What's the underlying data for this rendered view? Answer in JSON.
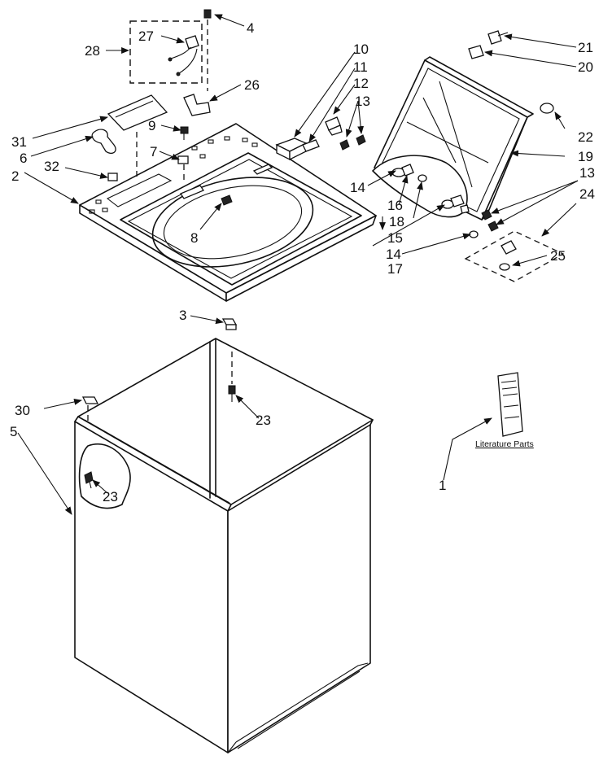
{
  "callouts": [
    {
      "id": "c1",
      "text": "1"
    },
    {
      "id": "c2",
      "text": "2"
    },
    {
      "id": "c3",
      "text": "3"
    },
    {
      "id": "c4",
      "text": "4"
    },
    {
      "id": "c5",
      "text": "5"
    },
    {
      "id": "c6",
      "text": "6"
    },
    {
      "id": "c7",
      "text": "7"
    },
    {
      "id": "c8",
      "text": "8"
    },
    {
      "id": "c9",
      "text": "9"
    },
    {
      "id": "c10",
      "text": "10"
    },
    {
      "id": "c11",
      "text": "11"
    },
    {
      "id": "c12",
      "text": "12"
    },
    {
      "id": "c13a",
      "text": "13"
    },
    {
      "id": "c13b",
      "text": "13"
    },
    {
      "id": "c14a",
      "text": "14"
    },
    {
      "id": "c14b",
      "text": "14"
    },
    {
      "id": "c15",
      "text": "15"
    },
    {
      "id": "c16",
      "text": "16"
    },
    {
      "id": "c17",
      "text": "17"
    },
    {
      "id": "c18",
      "text": "18"
    },
    {
      "id": "c19",
      "text": "19"
    },
    {
      "id": "c20",
      "text": "20"
    },
    {
      "id": "c21",
      "text": "21"
    },
    {
      "id": "c22",
      "text": "22"
    },
    {
      "id": "c23a",
      "text": "23"
    },
    {
      "id": "c23b",
      "text": "23"
    },
    {
      "id": "c24",
      "text": "24"
    },
    {
      "id": "c25",
      "text": "25"
    },
    {
      "id": "c26",
      "text": "26"
    },
    {
      "id": "c27",
      "text": "27"
    },
    {
      "id": "c28",
      "text": "28"
    },
    {
      "id": "c30",
      "text": "30"
    },
    {
      "id": "c31",
      "text": "31"
    },
    {
      "id": "c32",
      "text": "32"
    }
  ],
  "literature_label": "Literature Parts"
}
